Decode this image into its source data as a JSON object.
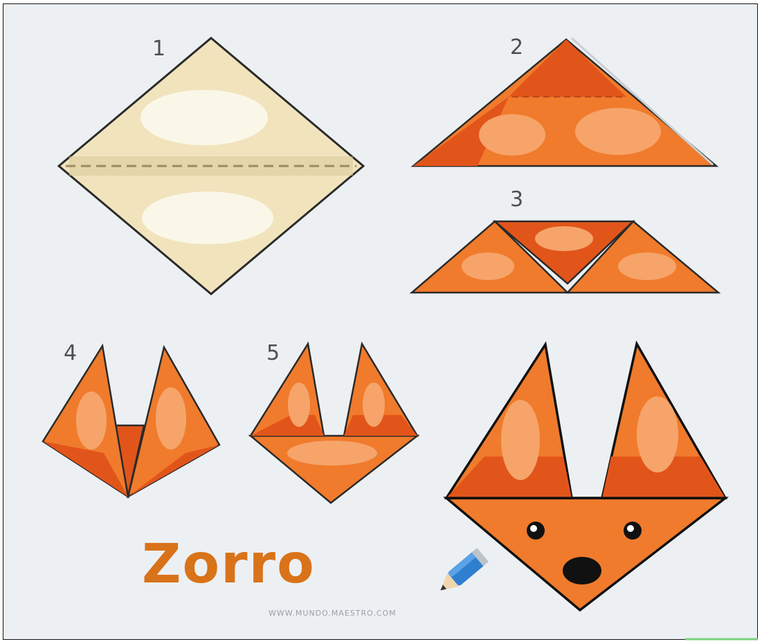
{
  "title": "Zorro",
  "credit": "WWW.MUNDO.MAESTRO.COM",
  "steps": [
    {
      "number": "1"
    },
    {
      "number": "2"
    },
    {
      "number": "3"
    },
    {
      "number": "4"
    },
    {
      "number": "5"
    }
  ],
  "colors": {
    "background": "#edf0f3",
    "paper_cream": "#f1e4bd",
    "orange": "#f07b2c",
    "orange_dark": "#e2551a",
    "highlight": "#f6a46a",
    "outline": "#1a1a1a",
    "title": "#d9731a",
    "pencil": "#2f7fd1"
  }
}
